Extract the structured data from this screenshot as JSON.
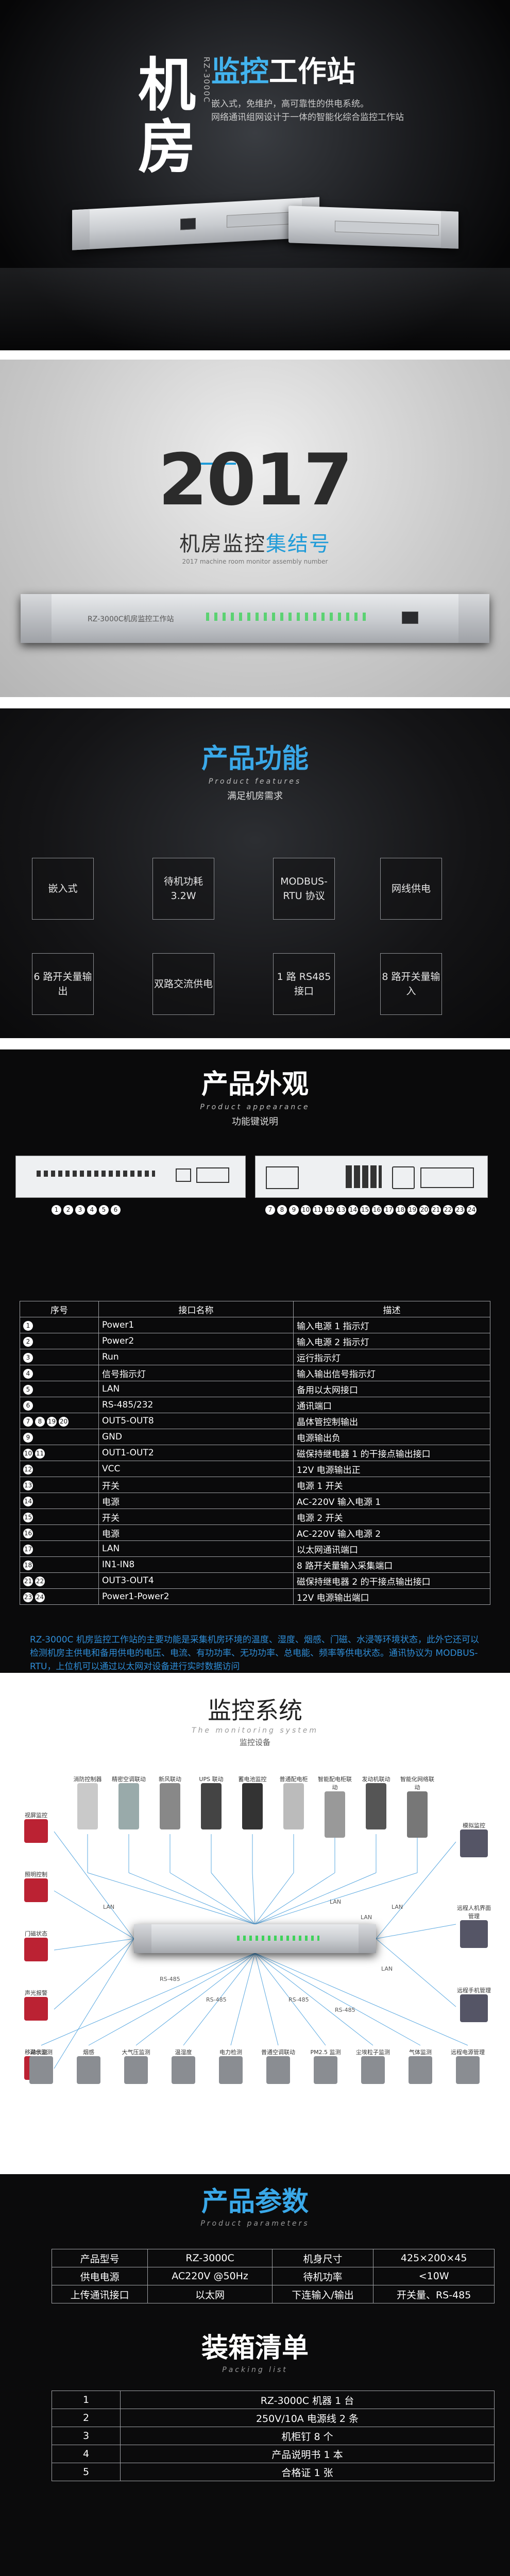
{
  "hero": {
    "char1": "机",
    "char2": "房",
    "model_vertical": "RZ-3000C",
    "title_accent": "监控",
    "title_rest": "工作站",
    "line1": "嵌入式，免维护，高可靠性的供电系统。",
    "line2": "网络通讯组网设计于一体的智能化综合监控工作站"
  },
  "year": {
    "number": "2017",
    "sub_plain": "机房监控",
    "sub_accent": "集结号",
    "eng": "2017 machine room monitor assembly number",
    "device_label": "RZ-3000C机房监控工作站"
  },
  "functions": {
    "title": "产品功能",
    "en": "Product features",
    "sub": "满足机房需求",
    "items": [
      "嵌入式",
      "待机功耗 3.2W",
      "MODBUS-RTU 协议",
      "网线供电",
      "6 路开关量输出",
      "双路交流供电",
      "1 路 RS485 接口",
      "8 路开关量输入"
    ]
  },
  "appearance": {
    "title": "产品外观",
    "en": "Product appearance",
    "sub": "功能键说明",
    "front_callouts": [
      "1",
      "2",
      "3",
      "4",
      "5",
      "6"
    ],
    "rear_callouts": [
      "7",
      "8",
      "9",
      "10",
      "11",
      "12",
      "13",
      "14",
      "15",
      "16",
      "17",
      "18",
      "19",
      "20",
      "21",
      "22",
      "23",
      "24"
    ],
    "table_headers": [
      "序号",
      "接口名称",
      "描述"
    ],
    "rows": [
      {
        "no": [
          "1"
        ],
        "name": "Power1",
        "desc": "输入电源 1 指示灯"
      },
      {
        "no": [
          "2"
        ],
        "name": "Power2",
        "desc": "输入电源 2 指示灯"
      },
      {
        "no": [
          "3"
        ],
        "name": "Run",
        "desc": "运行指示灯"
      },
      {
        "no": [
          "4"
        ],
        "name": "信号指示灯",
        "desc": "输入输出信号指示灯"
      },
      {
        "no": [
          "5"
        ],
        "name": "LAN",
        "desc": "备用以太网接口"
      },
      {
        "no": [
          "6"
        ],
        "name": "RS-485/232",
        "desc": "通讯端口"
      },
      {
        "no": [
          "7",
          "8",
          "19",
          "20"
        ],
        "name": "OUT5-OUT8",
        "desc": "晶体管控制输出"
      },
      {
        "no": [
          "9"
        ],
        "name": "GND",
        "desc": "电源输出负"
      },
      {
        "no": [
          "10",
          "11"
        ],
        "name": "OUT1-OUT2",
        "desc": "磁保持继电器 1 的干接点输出接口"
      },
      {
        "no": [
          "12"
        ],
        "name": "VCC",
        "desc": "12V 电源输出正"
      },
      {
        "no": [
          "13"
        ],
        "name": "开关",
        "desc": "电源 1 开关"
      },
      {
        "no": [
          "14"
        ],
        "name": "电源",
        "desc": "AC-220V 输入电源 1"
      },
      {
        "no": [
          "15"
        ],
        "name": "开关",
        "desc": "电源 2 开关"
      },
      {
        "no": [
          "16"
        ],
        "name": "电源",
        "desc": "AC-220V 输入电源 2"
      },
      {
        "no": [
          "17"
        ],
        "name": "LAN",
        "desc": "以太网通讯端口"
      },
      {
        "no": [
          "18"
        ],
        "name": "IN1-IN8",
        "desc": "8 路开关量输入采集端口"
      },
      {
        "no": [
          "21",
          "22"
        ],
        "name": "OUT3-OUT4",
        "desc": "磁保持继电器 2 的干接点输出接口"
      },
      {
        "no": [
          "23",
          "24"
        ],
        "name": "Power1-Power2",
        "desc": "12V 电源输出端口"
      }
    ],
    "description": "RZ-3000C 机房监控工作站的主要功能是采集机房环境的温度、湿度、烟感、门磁、水浸等环境状态，此外它还可以检测机房主供电和备用供电的电压、电流、有功功率、无功功率、总电能、频率等供电状态。通讯协议为 MODBUS-RTU，上位机可以通过以太网对设备进行实时数据访问"
  },
  "monitor": {
    "title": "监控系统",
    "en": "The monitoring system",
    "sub": "监控设备",
    "top_nodes": [
      "消防控制器",
      "精密空调联动",
      "新风联动",
      "UPS 联动",
      "蓄电池监控",
      "普通配电柜",
      "智能配电柜联动",
      "发动机联动",
      "智能化网络联动"
    ],
    "left_nodes": [
      "视屏监控",
      "照明控制",
      "门磁状态",
      "声光报警",
      "移动侦测"
    ],
    "right_nodes": [
      "模拟监控",
      "远程人机界面管理",
      "远程手机管理"
    ],
    "bottom_nodes": [
      "漏水监测",
      "烟感",
      "大气压监测",
      "温湿度",
      "电力检测",
      "普通空调联动",
      "PM2.5 监测",
      "尘埃粒子监测",
      "气体监测",
      "远程电源管理"
    ],
    "link_labels": [
      "LAN",
      "LAN",
      "LAN",
      "RS-485",
      "RS-485",
      "RS-485",
      "RS-485",
      "LAN",
      "LAN"
    ]
  },
  "params": {
    "title": "产品参数",
    "en": "Product parameters",
    "rows": [
      [
        "产品型号",
        "RZ-3000C",
        "机身尺寸",
        "425×200×45"
      ],
      [
        "供电电源",
        "AC220V @50Hz",
        "待机功率",
        "<10W"
      ],
      [
        "上传通讯接口",
        "以太网",
        "下连输入/输出",
        "开关量、RS-485"
      ]
    ]
  },
  "packing": {
    "title": "装箱清单",
    "en": "Packing list",
    "rows": [
      [
        "1",
        "RZ-3000C 机器 1 台"
      ],
      [
        "2",
        "250V/10A 电源线 2 条"
      ],
      [
        "3",
        "机柜钉 8 个"
      ],
      [
        "4",
        "产品说明书 1 本"
      ],
      [
        "5",
        "合格证 1 张"
      ]
    ]
  },
  "colors": {
    "accent": "#42b3ee",
    "description_blue": "#2f8ed8"
  }
}
